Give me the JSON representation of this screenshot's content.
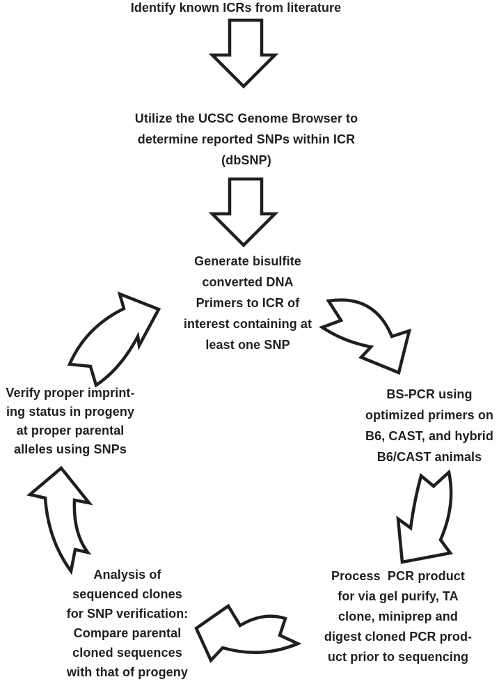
{
  "diagram": {
    "background_color": "#ffffff",
    "ink_color": "#1f1f1f",
    "steps": [
      {
        "id": "identify",
        "lines": [
          "Identify known ICRs from literature"
        ]
      },
      {
        "id": "ucsc",
        "lines": [
          "Utilize the UCSC Genome Browser to",
          "determine reported SNPs within ICR",
          "(dbSNP)"
        ]
      },
      {
        "id": "generate",
        "lines": [
          "Generate bisulfite",
          "converted DNA",
          "Primers to ICR of",
          "interest containing at",
          "least one SNP"
        ]
      },
      {
        "id": "bspcr",
        "lines": [
          "BS-PCR using",
          "optimized primers on",
          "B6, CAST, and hybrid",
          "B6/CAST animals"
        ]
      },
      {
        "id": "process",
        "lines": [
          "Process  PCR product",
          "for via gel purify, TA",
          "clone, miniprep and",
          "digest cloned PCR prod-",
          "uct prior to sequencing"
        ]
      },
      {
        "id": "analysis",
        "lines": [
          "Analysis of",
          "sequenced clones",
          "for SNP verification:",
          "Compare parental",
          "cloned sequences",
          "with that of progeny"
        ]
      },
      {
        "id": "verify",
        "lines": [
          "Verify proper imprint-",
          "ing status in progeny",
          "at proper parental",
          "alleles using SNPs"
        ]
      }
    ],
    "arrows": [
      {
        "icon": "down-arrow-icon",
        "from": "identify",
        "to": "ucsc"
      },
      {
        "icon": "down-arrow-icon",
        "from": "ucsc",
        "to": "generate"
      },
      {
        "icon": "curved-arrow-icon",
        "from": "generate",
        "to": "bspcr"
      },
      {
        "icon": "curved-arrow-icon",
        "from": "bspcr",
        "to": "process"
      },
      {
        "icon": "curved-arrow-icon",
        "from": "process",
        "to": "analysis"
      },
      {
        "icon": "curved-arrow-icon",
        "from": "analysis",
        "to": "verify"
      },
      {
        "icon": "curved-arrow-icon",
        "from": "verify",
        "to": "generate"
      }
    ]
  }
}
